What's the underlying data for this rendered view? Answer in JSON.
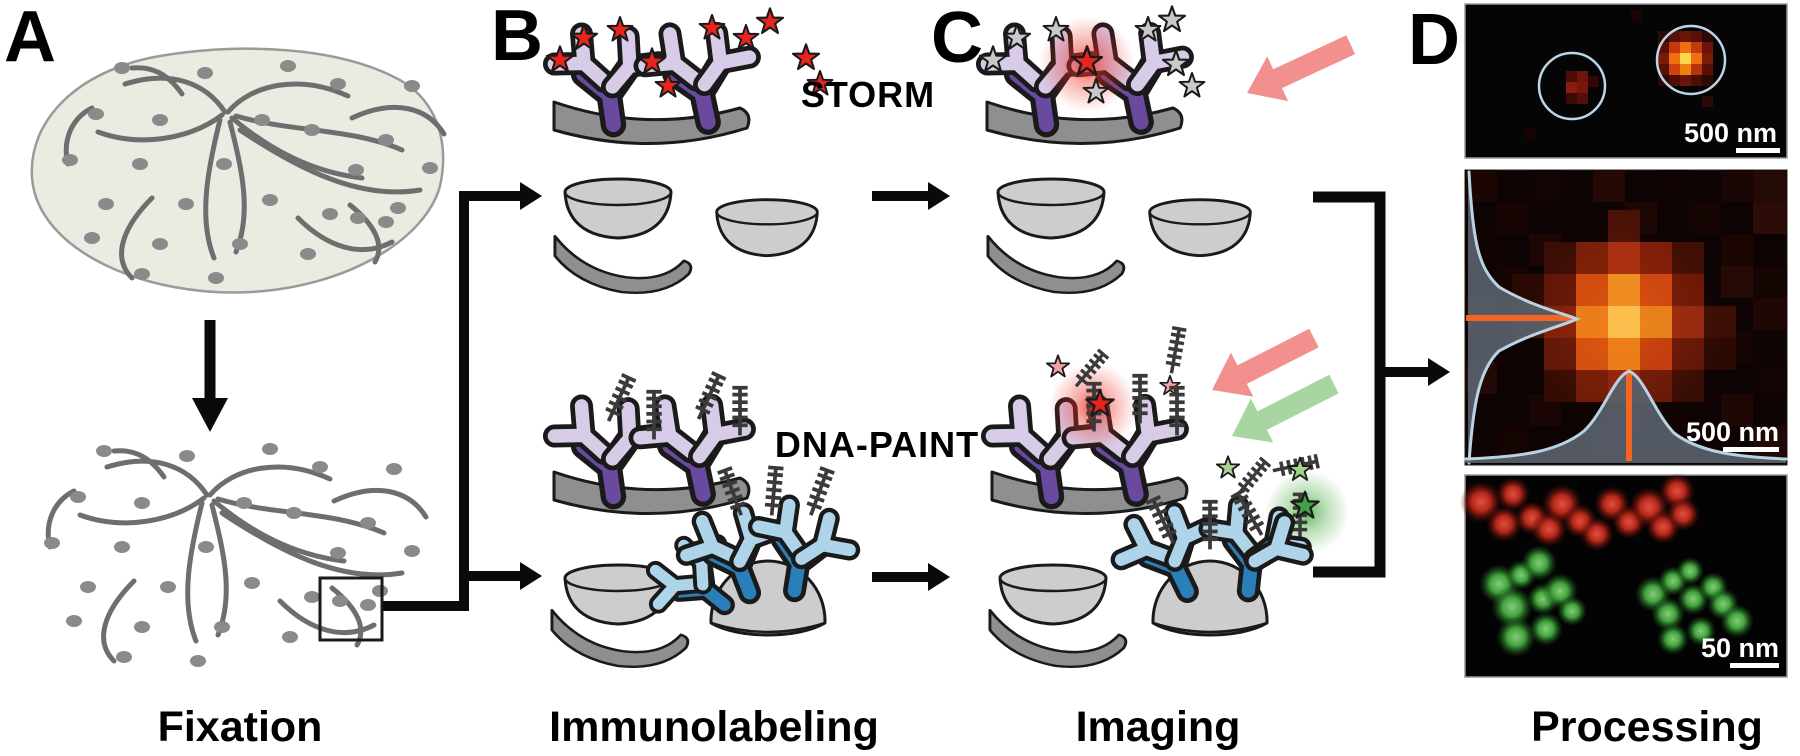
{
  "figure": {
    "panels": [
      {
        "letter": "A",
        "caption": "Fixation"
      },
      {
        "letter": "B",
        "caption": "Immunolabeling"
      },
      {
        "letter": "C",
        "caption": "Imaging"
      },
      {
        "letter": "D",
        "caption": "Processing",
        "images": [
          {
            "scale_bar": "500 nm"
          },
          {
            "scale_bar": "500 nm"
          },
          {
            "scale_bar": "50 nm"
          }
        ]
      }
    ],
    "method_labels": {
      "storm": "STORM",
      "dna_paint": "DNA-PAINT"
    },
    "colors": {
      "red_fluorophore": "#e8251d",
      "inactive_fluorophore_gray": "#c9c9c9",
      "primary_antibody_purple": "#6a4a9e",
      "secondary_antibody_lavender": "#d8cbe7",
      "primary_antibody_blue": "#2b7fb9",
      "secondary_antibody_light_blue": "#aed4ea",
      "red_laser_arrow": "#f2908f",
      "green_laser_arrow": "#a8d5a2",
      "gaussian_fit_blue": "#b9d3e3",
      "crosshair_orange": "#f26522",
      "membrane_gray": "#8f8f8f",
      "vesicle_gray": "#cdcdcd",
      "cell_fill": "#ebece1"
    }
  }
}
